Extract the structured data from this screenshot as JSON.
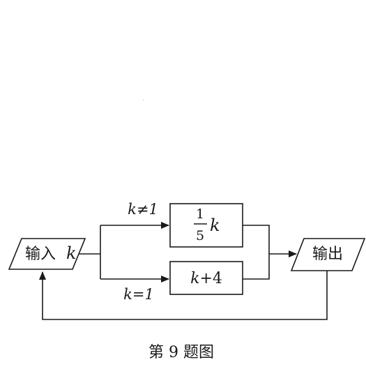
{
  "input_node": {
    "label_cn": "输入",
    "label_var": "k"
  },
  "output_node": {
    "label": "输出"
  },
  "branch_top": {
    "condition": "k≠1"
  },
  "branch_bottom": {
    "condition": "k=1"
  },
  "box_top": {
    "numerator": "1",
    "denominator": "5",
    "var": "k"
  },
  "box_bottom": {
    "expr_var": "k",
    "expr_rest": "+4"
  },
  "caption": "第 9 题图",
  "stroke_color": "#1a1a1a"
}
